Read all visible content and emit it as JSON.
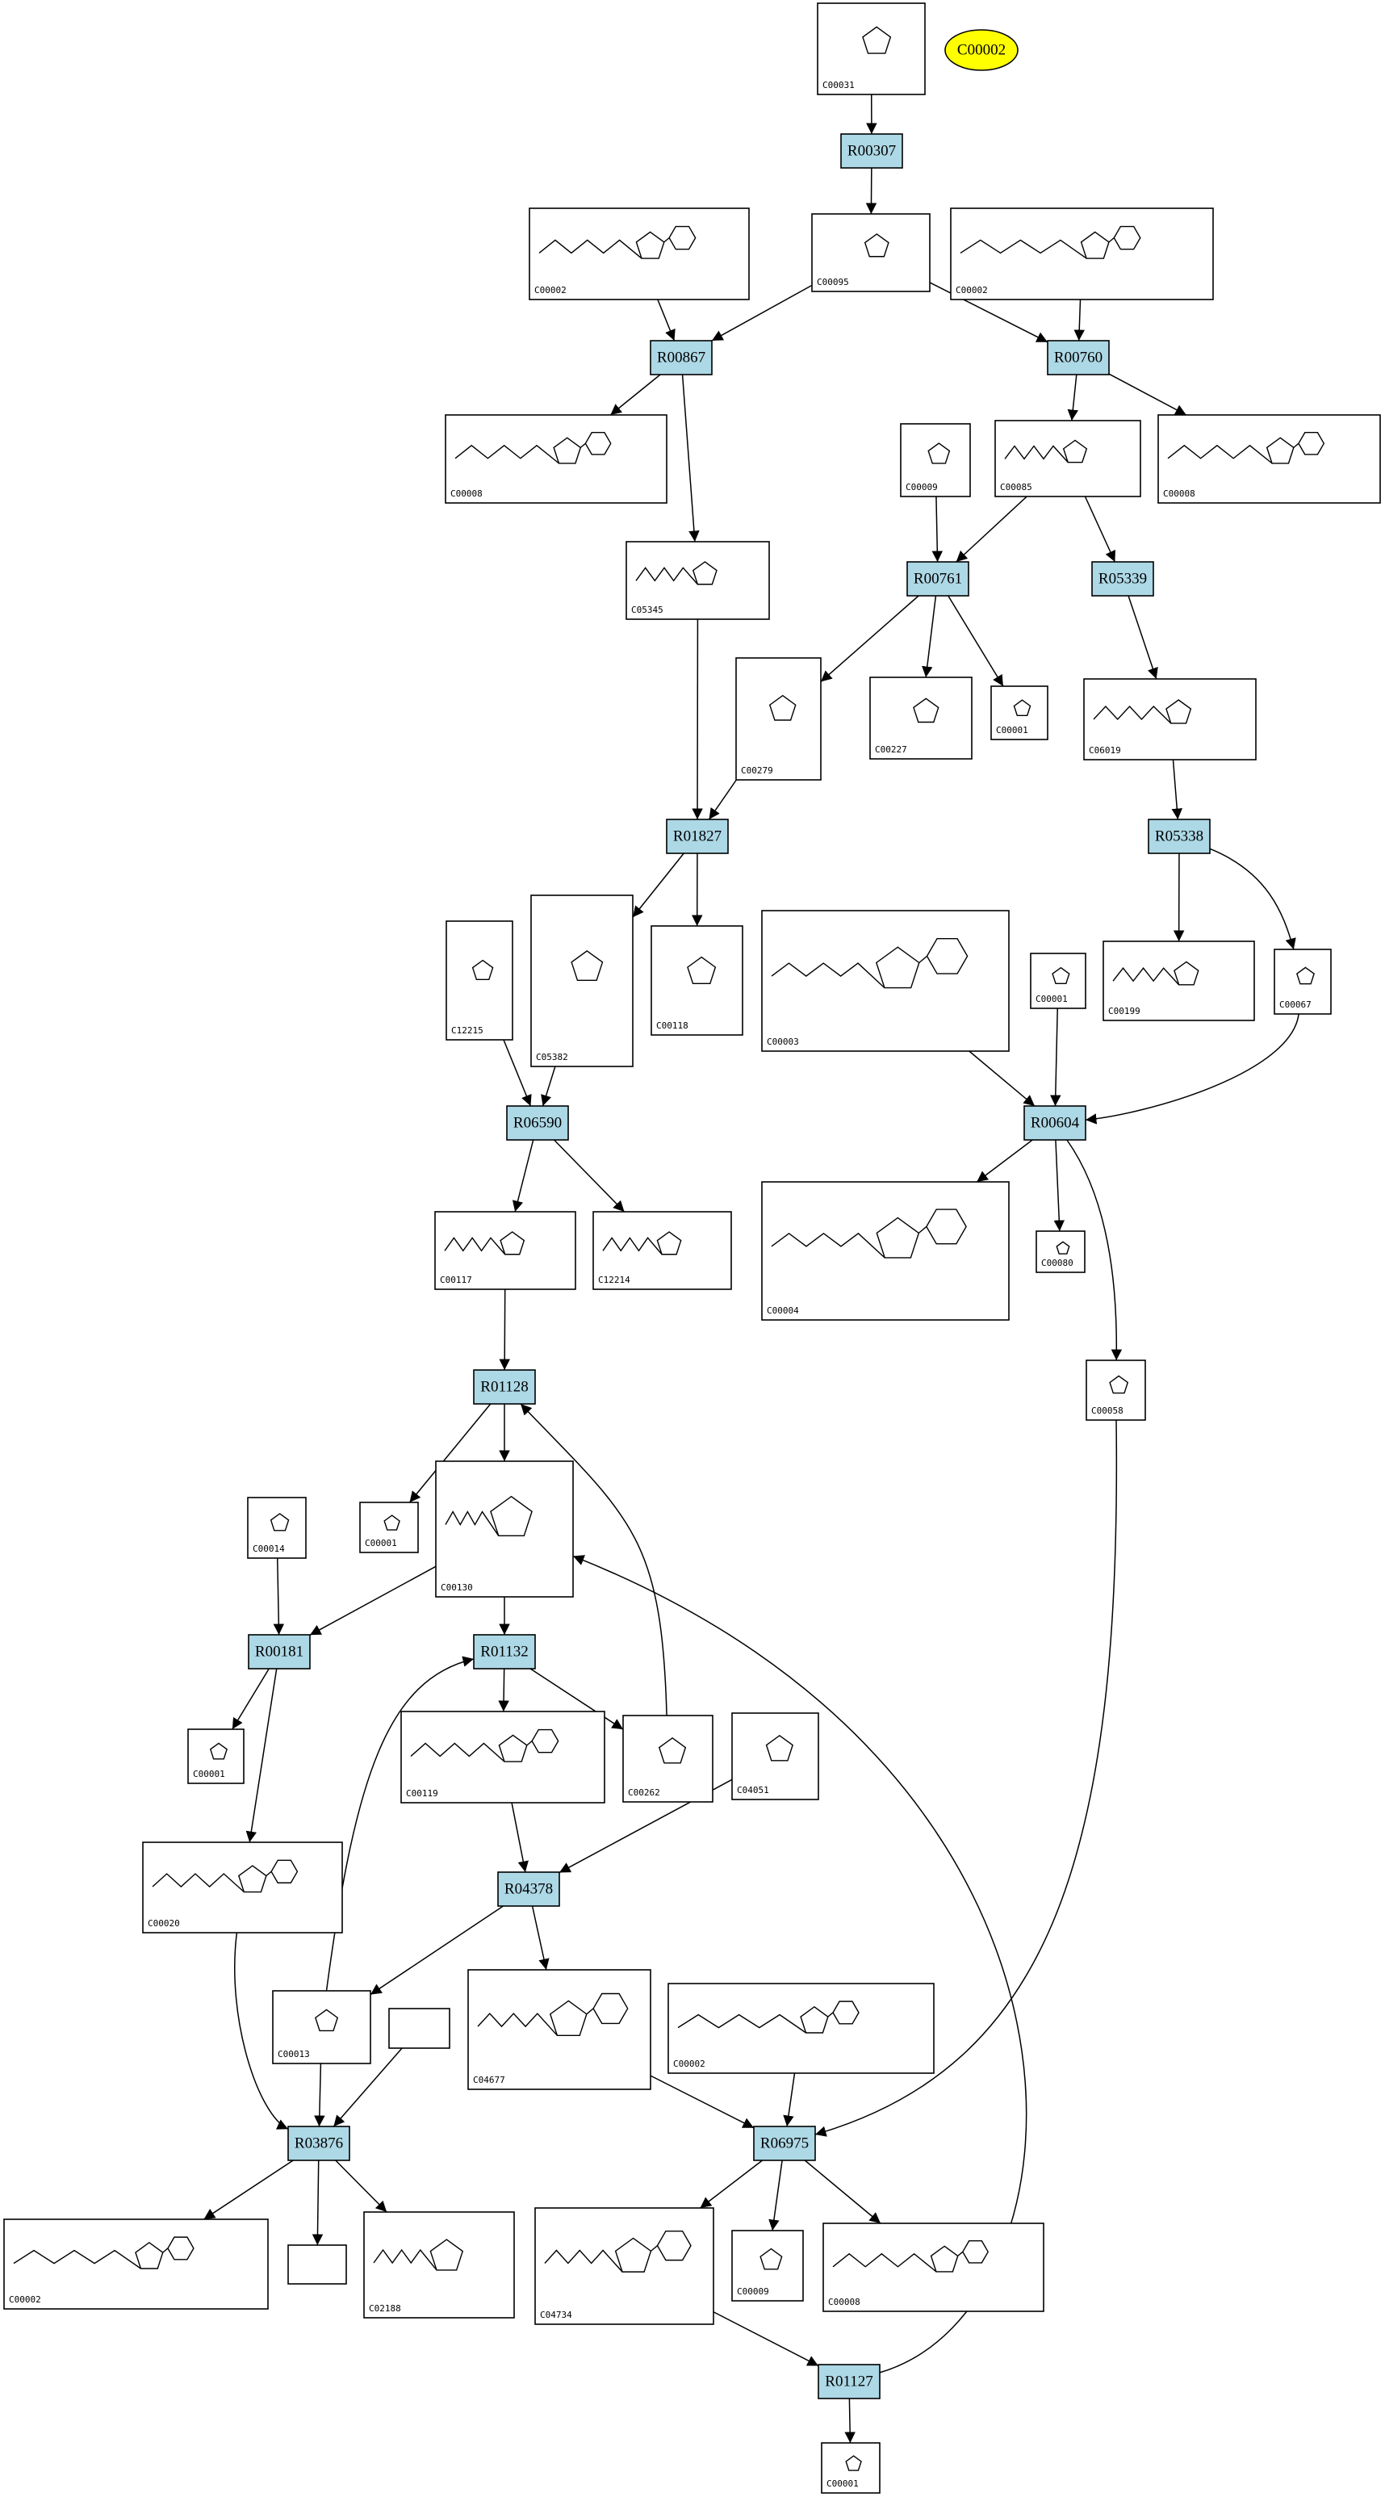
{
  "legend": {
    "label": "C00002",
    "color": "#ffff00"
  },
  "reactions": [
    {
      "id": "R00307",
      "label": "R00307"
    },
    {
      "id": "R00867",
      "label": "R00867"
    },
    {
      "id": "R00760",
      "label": "R00760"
    },
    {
      "id": "R00761",
      "label": "R00761"
    },
    {
      "id": "R05339",
      "label": "R05339"
    },
    {
      "id": "R01827",
      "label": "R01827"
    },
    {
      "id": "R05338",
      "label": "R05338"
    },
    {
      "id": "R06590",
      "label": "R06590"
    },
    {
      "id": "R00604",
      "label": "R00604"
    },
    {
      "id": "R01128",
      "label": "R01128"
    },
    {
      "id": "R00181",
      "label": "R00181"
    },
    {
      "id": "R01132",
      "label": "R01132"
    },
    {
      "id": "R04378",
      "label": "R04378"
    },
    {
      "id": "R03876",
      "label": "R03876"
    },
    {
      "id": "R06975",
      "label": "R06975"
    },
    {
      "id": "R01127",
      "label": "R01127"
    }
  ],
  "compounds": [
    {
      "id": "c00031",
      "label": "C00031"
    },
    {
      "id": "c00002a",
      "label": "C00002"
    },
    {
      "id": "c00095",
      "label": "C00095"
    },
    {
      "id": "c00002b",
      "label": "C00002"
    },
    {
      "id": "c00008a",
      "label": "C00008"
    },
    {
      "id": "c00009a",
      "label": "C00009"
    },
    {
      "id": "c00085",
      "label": "C00085"
    },
    {
      "id": "c00008b",
      "label": "C00008"
    },
    {
      "id": "c05345",
      "label": "C05345"
    },
    {
      "id": "c00279",
      "label": "C00279"
    },
    {
      "id": "c00227",
      "label": "C00227"
    },
    {
      "id": "c00001a",
      "label": "C00001"
    },
    {
      "id": "c06019",
      "label": "C06019"
    },
    {
      "id": "c12215",
      "label": "C12215"
    },
    {
      "id": "c05382",
      "label": "C05382"
    },
    {
      "id": "c00118",
      "label": "C00118"
    },
    {
      "id": "c00003",
      "label": "C00003"
    },
    {
      "id": "c00001b",
      "label": "C00001"
    },
    {
      "id": "c00199",
      "label": "C00199"
    },
    {
      "id": "c00067",
      "label": "C00067"
    },
    {
      "id": "c00117",
      "label": "C00117"
    },
    {
      "id": "c12214",
      "label": "C12214"
    },
    {
      "id": "c00004",
      "label": "C00004"
    },
    {
      "id": "c00080",
      "label": "C00080"
    },
    {
      "id": "c00058",
      "label": "C00058"
    },
    {
      "id": "c00014",
      "label": "C00014"
    },
    {
      "id": "c00001c",
      "label": "C00001"
    },
    {
      "id": "c00130",
      "label": "C00130"
    },
    {
      "id": "c00001d",
      "label": "C00001"
    },
    {
      "id": "c00119",
      "label": "C00119"
    },
    {
      "id": "c00262",
      "label": "C00262"
    },
    {
      "id": "c04051",
      "label": "C04051"
    },
    {
      "id": "c00020",
      "label": "C00020"
    },
    {
      "id": "c00013",
      "label": "C00013"
    },
    {
      "id": "empty1",
      "label": ""
    },
    {
      "id": "c04677",
      "label": "C04677"
    },
    {
      "id": "c00002c",
      "label": "C00002"
    },
    {
      "id": "c00002d",
      "label": "C00002"
    },
    {
      "id": "empty2",
      "label": ""
    },
    {
      "id": "c02188",
      "label": "C02188"
    },
    {
      "id": "c04734",
      "label": "C04734"
    },
    {
      "id": "c00009b",
      "label": "C00009"
    },
    {
      "id": "c00008c",
      "label": "C00008"
    },
    {
      "id": "c00001e",
      "label": "C00001"
    }
  ],
  "edges": [
    [
      "c00031",
      "R00307"
    ],
    [
      "R00307",
      "c00095"
    ],
    [
      "c00002a",
      "R00867"
    ],
    [
      "c00095",
      "R00867"
    ],
    [
      "R00867",
      "c00008a"
    ],
    [
      "R00867",
      "c05345"
    ],
    [
      "c00095",
      "R00760"
    ],
    [
      "c00002b",
      "R00760"
    ],
    [
      "R00760",
      "c00085"
    ],
    [
      "R00760",
      "c00008b"
    ],
    [
      "c00009a",
      "R00761"
    ],
    [
      "c00085",
      "R00761"
    ],
    [
      "c00085",
      "R05339"
    ],
    [
      "R00761",
      "c00279"
    ],
    [
      "R00761",
      "c00227"
    ],
    [
      "R00761",
      "c00001a"
    ],
    [
      "R05339",
      "c06019"
    ],
    [
      "c06019",
      "R05338"
    ],
    [
      "c05345",
      "R01827"
    ],
    [
      "c00279",
      "R01827"
    ],
    [
      "R01827",
      "c05382"
    ],
    [
      "R01827",
      "c00118"
    ],
    [
      "R05338",
      "c00199"
    ],
    [
      "R05338",
      "c00067"
    ],
    [
      "c12215",
      "R06590"
    ],
    [
      "c05382",
      "R06590"
    ],
    [
      "R06590",
      "c00117"
    ],
    [
      "R06590",
      "c12214"
    ],
    [
      "c00003",
      "R00604"
    ],
    [
      "c00001b",
      "R00604"
    ],
    [
      "c00067",
      "R00604"
    ],
    [
      "R00604",
      "c00004"
    ],
    [
      "R00604",
      "c00080"
    ],
    [
      "R00604",
      "c00058"
    ],
    [
      "c00117",
      "R01128"
    ],
    [
      "R01128",
      "c00001c"
    ],
    [
      "R01128",
      "c00130"
    ],
    [
      "c00262",
      "R01128"
    ],
    [
      "c00014",
      "R00181"
    ],
    [
      "c00130",
      "R00181"
    ],
    [
      "R00181",
      "c00001d"
    ],
    [
      "R00181",
      "c00020"
    ],
    [
      "c00130",
      "R01132"
    ],
    [
      "R01132",
      "c00119"
    ],
    [
      "R01132",
      "c00262"
    ],
    [
      "c00119",
      "R04378"
    ],
    [
      "c04051",
      "R04378"
    ],
    [
      "R04378",
      "c00013"
    ],
    [
      "R04378",
      "c04677"
    ],
    [
      "c00013",
      "R01132"
    ],
    [
      "c00020",
      "R03876"
    ],
    [
      "c00013",
      "R03876"
    ],
    [
      "empty1",
      "R03876"
    ],
    [
      "R03876",
      "c00002d"
    ],
    [
      "R03876",
      "empty2"
    ],
    [
      "R03876",
      "c02188"
    ],
    [
      "c04677",
      "R06975"
    ],
    [
      "c00002c",
      "R06975"
    ],
    [
      "c00058",
      "R06975"
    ],
    [
      "R06975",
      "c04734"
    ],
    [
      "R06975",
      "c00009b"
    ],
    [
      "R06975",
      "c00008c"
    ],
    [
      "c04734",
      "R01127"
    ],
    [
      "R01127",
      "c00001e"
    ],
    [
      "R01127",
      "c00130"
    ]
  ]
}
